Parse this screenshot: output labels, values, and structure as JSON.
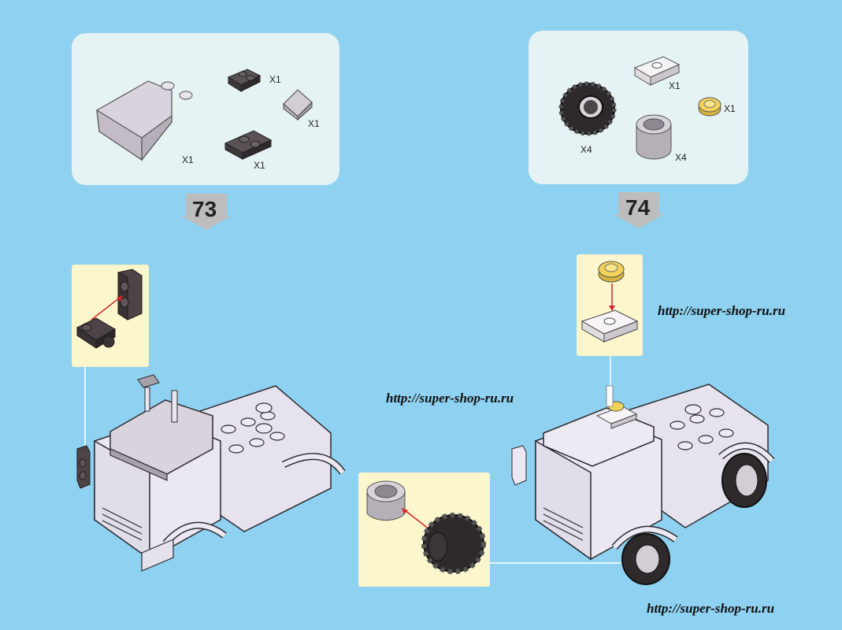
{
  "steps": [
    {
      "number": "73",
      "parts": [
        {
          "name": "curved-slope-4x4",
          "qty": "X1"
        },
        {
          "name": "plate-with-clip",
          "qty": "X1"
        },
        {
          "name": "slope-1x1",
          "qty": "X1"
        },
        {
          "name": "plate-1x2",
          "qty": "X1"
        }
      ]
    },
    {
      "number": "74",
      "parts": [
        {
          "name": "tire",
          "qty": "X4"
        },
        {
          "name": "plate-1x2-white",
          "qty": "X1"
        },
        {
          "name": "round-plate-1x1-transparent-yellow",
          "qty": "X1"
        },
        {
          "name": "wheel-rim",
          "qty": "X4"
        }
      ]
    }
  ],
  "watermarks": [
    "http://super-shop-ru.ru",
    "http://super-shop-ru.ru",
    "http://super-shop-ru.ru"
  ],
  "colors": {
    "background": "#8ed1f0",
    "panel": "#e6f3f5",
    "callout": "#fbf6cc",
    "dark_part": "#4a4345",
    "light_part": "#d8d2dc",
    "yellow_part": "#f3d25a",
    "arrow": "#d7262b"
  }
}
